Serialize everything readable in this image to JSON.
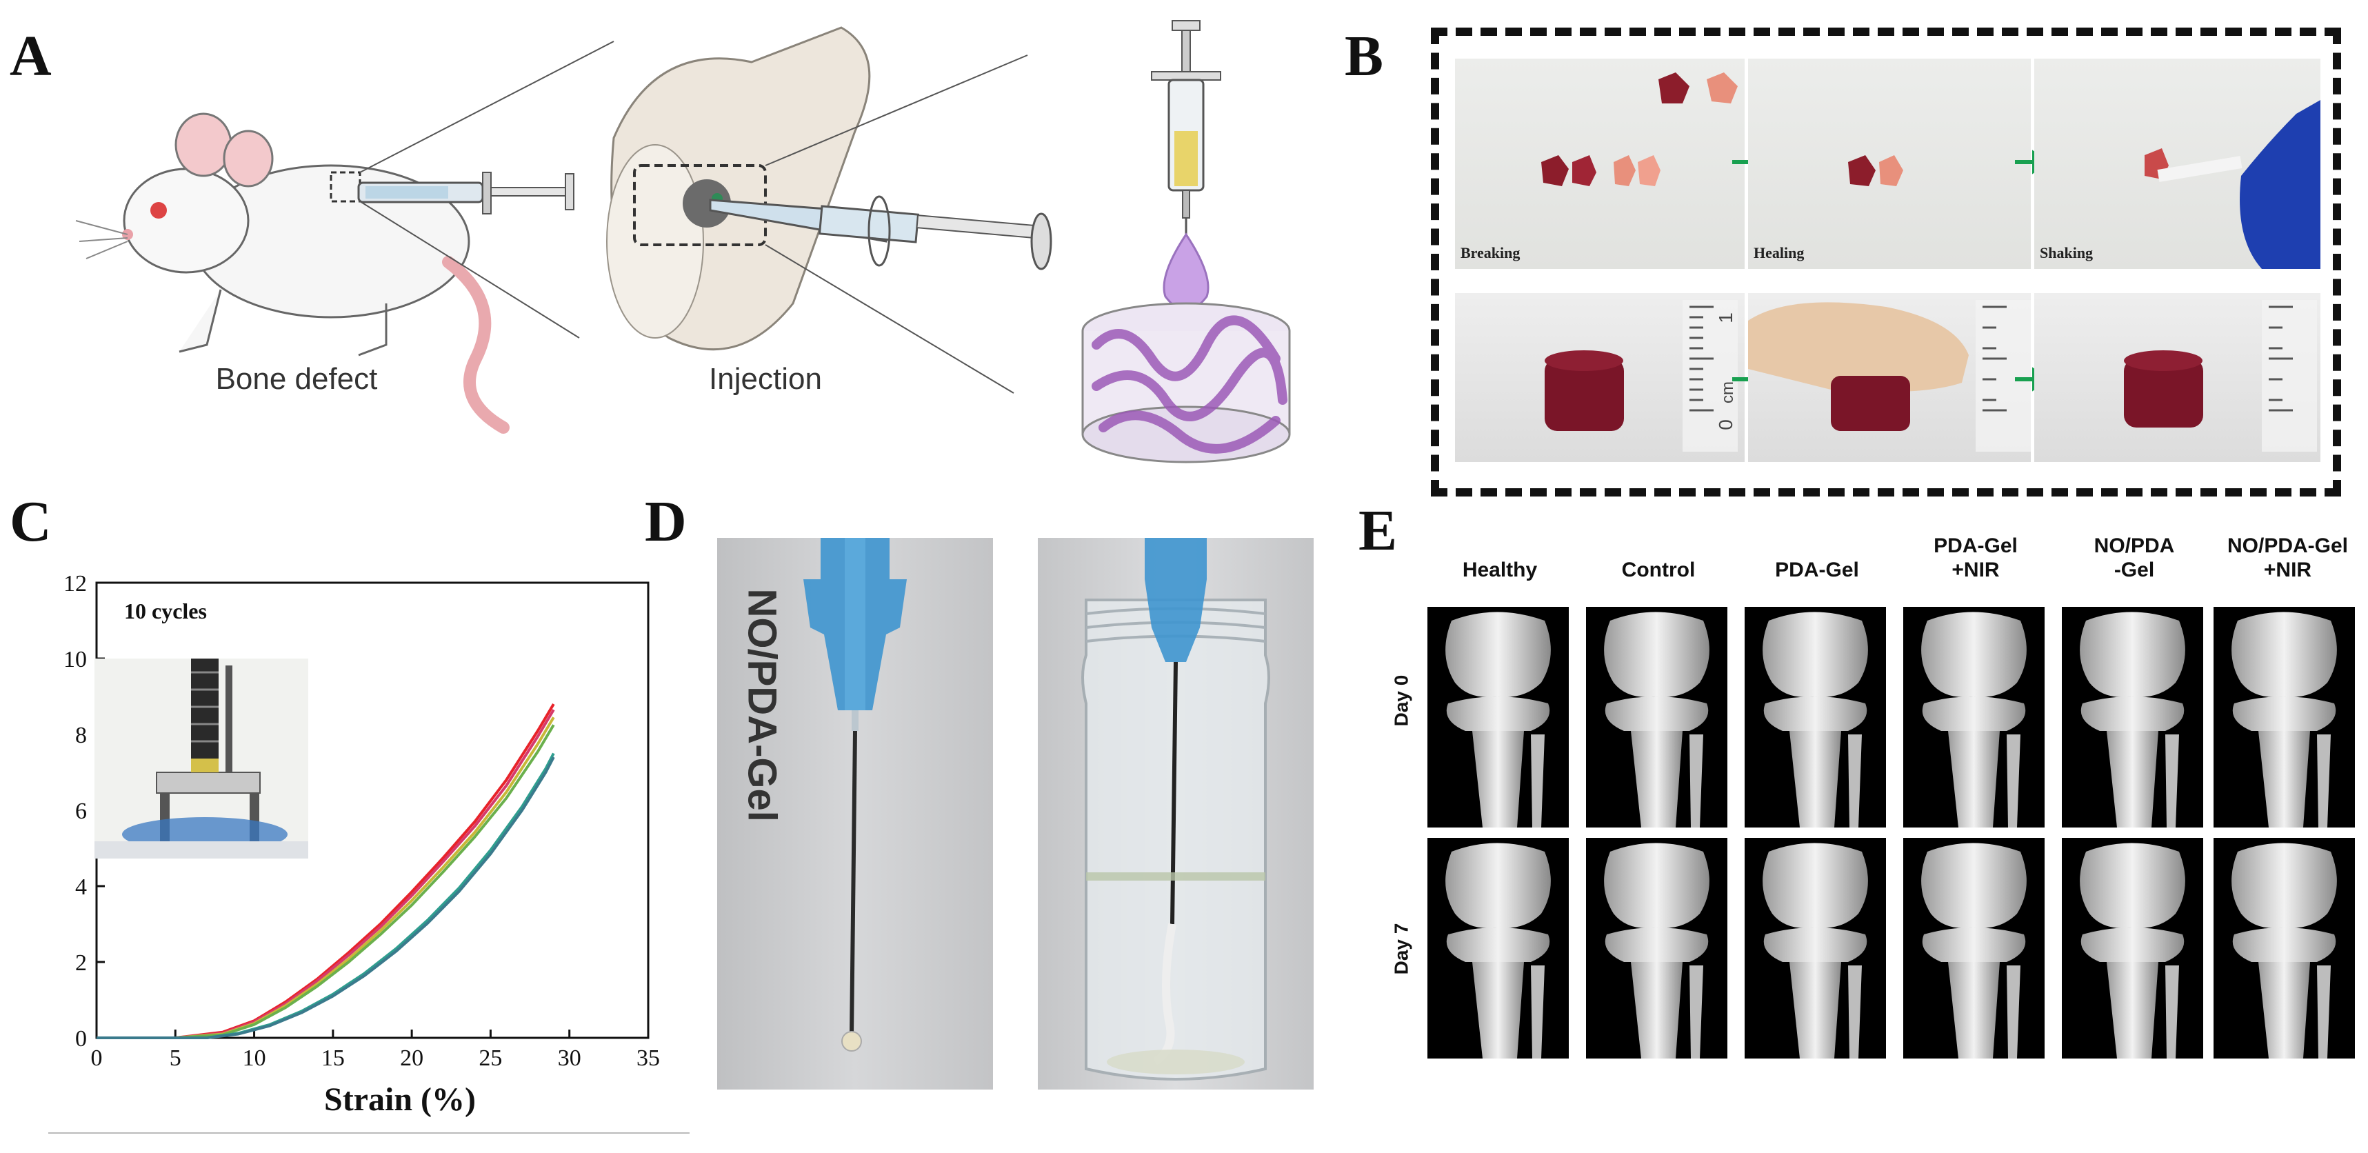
{
  "panels": {
    "A": {
      "letter": "A",
      "labels": [
        "Bone defect",
        "Injection"
      ]
    },
    "B": {
      "letter": "B",
      "top_captions": [
        "Breaking",
        "Healing",
        "Shaking"
      ],
      "ruler_unit": "cm",
      "ruler_marks": [
        "1",
        "0"
      ]
    },
    "C": {
      "letter": "C",
      "inset_label": "10 cycles"
    },
    "D": {
      "letter": "D",
      "vertical_label": "NO/PDA-Gel"
    },
    "E": {
      "letter": "E",
      "columns": [
        "Healthy",
        "Control",
        "PDA-Gel",
        "PDA-Gel\n+NIR",
        "NO/PDA\n-Gel",
        "NO/PDA-Gel\n+NIR"
      ],
      "rows": [
        "Day 0",
        "Day 7"
      ]
    }
  },
  "chart_data": {
    "type": "line",
    "title": "",
    "xlabel": "Strain (%)",
    "ylabel": "",
    "xlim": [
      0,
      35
    ],
    "ylim": [
      0,
      12
    ],
    "xticks": [
      0,
      5,
      10,
      15,
      20,
      25,
      30,
      35
    ],
    "yticks": [
      0,
      2,
      4,
      6,
      8,
      10,
      12
    ],
    "grid": false,
    "annotation": "10 cycles",
    "series": [
      {
        "color": "#e8232a",
        "x": [
          5,
          8,
          10,
          12,
          14,
          16,
          18,
          20,
          22,
          24,
          26,
          28,
          29
        ],
        "y": [
          0,
          0.15,
          0.45,
          0.95,
          1.55,
          2.25,
          3.0,
          3.85,
          4.75,
          5.7,
          6.8,
          8.1,
          8.8
        ]
      },
      {
        "color": "#d63a6a",
        "x": [
          5,
          8,
          10,
          12,
          14,
          16,
          18,
          20,
          22,
          24,
          26,
          28,
          29
        ],
        "y": [
          0,
          0.12,
          0.42,
          0.9,
          1.5,
          2.18,
          2.92,
          3.75,
          4.65,
          5.58,
          6.65,
          7.95,
          8.65
        ]
      },
      {
        "color": "#c8b838",
        "x": [
          5,
          8,
          10,
          12,
          14,
          16,
          18,
          20,
          22,
          24,
          26,
          28,
          29
        ],
        "y": [
          0,
          0.1,
          0.38,
          0.85,
          1.42,
          2.08,
          2.82,
          3.62,
          4.5,
          5.42,
          6.48,
          7.75,
          8.45
        ]
      },
      {
        "color": "#6ab04c",
        "x": [
          5,
          8,
          10,
          12,
          14,
          16,
          18,
          20,
          22,
          24,
          26,
          28,
          29
        ],
        "y": [
          0,
          0.08,
          0.35,
          0.8,
          1.36,
          2.0,
          2.72,
          3.5,
          4.38,
          5.3,
          6.32,
          7.55,
          8.25
        ]
      },
      {
        "color": "#2f9e8f",
        "x": [
          7,
          9,
          11,
          13,
          15,
          17,
          19,
          21,
          23,
          25,
          27,
          28.5,
          29
        ],
        "y": [
          0,
          0.12,
          0.35,
          0.7,
          1.15,
          1.7,
          2.35,
          3.1,
          3.95,
          4.95,
          6.1,
          7.1,
          7.5
        ]
      },
      {
        "color": "#3a7a8c",
        "x": [
          7,
          9,
          11,
          13,
          15,
          17,
          19,
          21,
          23,
          25,
          27,
          28.5,
          29
        ],
        "y": [
          0,
          0.1,
          0.32,
          0.66,
          1.1,
          1.64,
          2.28,
          3.02,
          3.86,
          4.85,
          6.0,
          7.0,
          7.4
        ]
      }
    ]
  }
}
